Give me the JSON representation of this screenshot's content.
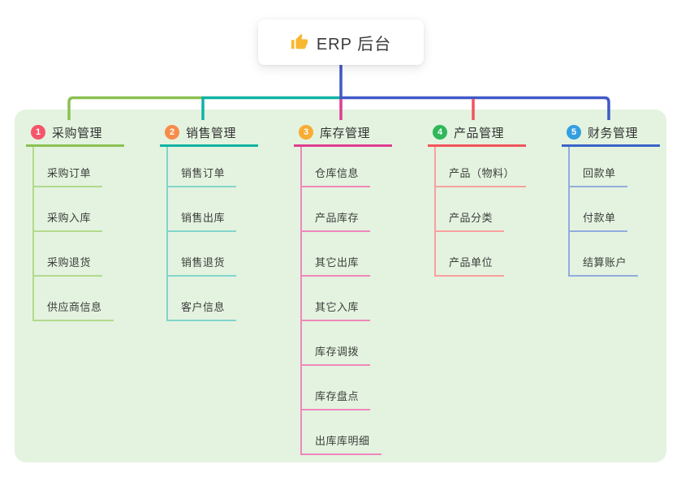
{
  "root": {
    "title": "ERP 后台",
    "icon": "thumbs-up-icon",
    "icon_color": "#f7b731"
  },
  "connector": {
    "trunk_color": "#4158c8"
  },
  "branches": [
    {
      "num": "1",
      "title": "采购管理",
      "badge_color": "#f4566b",
      "line_color": "#8cc152",
      "child_line_color": "#b4d98c",
      "children": [
        "采购订单",
        "采购入库",
        "采购退货",
        "供应商信息"
      ]
    },
    {
      "num": "2",
      "title": "销售管理",
      "badge_color": "#f78c4a",
      "line_color": "#10b3a3",
      "child_line_color": "#82d5cc",
      "children": [
        "销售订单",
        "销售出库",
        "销售退货",
        "客户信息"
      ]
    },
    {
      "num": "3",
      "title": "库存管理",
      "badge_color": "#f8ac33",
      "line_color": "#de3d90",
      "child_line_color": "#ef87bd",
      "children": [
        "仓库信息",
        "产品库存",
        "其它出库",
        "其它入库",
        "库存调拨",
        "库存盘点",
        "出库库明细"
      ]
    },
    {
      "num": "4",
      "title": "产品管理",
      "badge_color": "#31b75a",
      "line_color": "#f2545b",
      "child_line_color": "#f8a09e",
      "children": [
        "产品（物料）",
        "产品分类",
        "产品单位"
      ]
    },
    {
      "num": "5",
      "title": "财务管理",
      "badge_color": "#339fe0",
      "line_color": "#3c63c8",
      "child_line_color": "#93acdd",
      "children": [
        "回款单",
        "付款单",
        "结算账户"
      ]
    }
  ]
}
